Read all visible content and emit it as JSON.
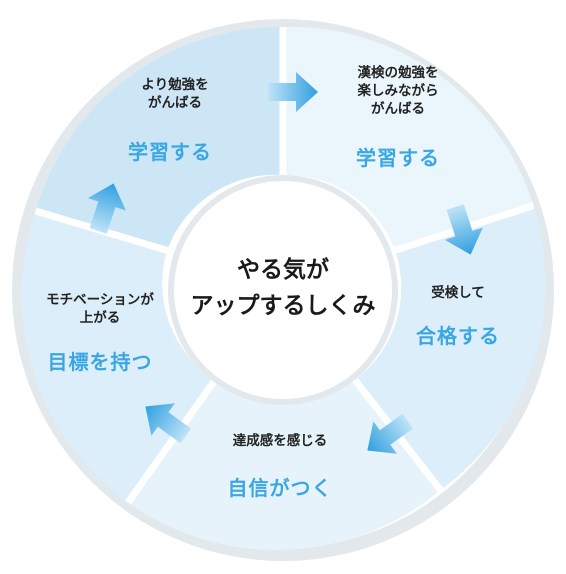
{
  "center": {
    "line1": "やる気が",
    "line2": "アップするしくみ"
  },
  "segments": [
    {
      "top_text": "より勉強を\nがんばる",
      "action": "学習する"
    },
    {
      "top_text": "漢検の勉強を\n楽しみながら\nがんばる",
      "action": "学習する"
    },
    {
      "top_text": "受検して",
      "action": "合格する"
    },
    {
      "top_text": "達成感を感じる",
      "action": "自信がつく"
    },
    {
      "top_text": "モチベーションが\n上がる",
      "action": "目標を持つ"
    }
  ],
  "colors": {
    "segment_dark": "#cce6f6",
    "segment_mid": "#dceef9",
    "segment_light": "#ebf6fc",
    "frame": "#e3e8ec",
    "arrow": "#3aa7e4",
    "action_text": "#3aa7e4"
  }
}
